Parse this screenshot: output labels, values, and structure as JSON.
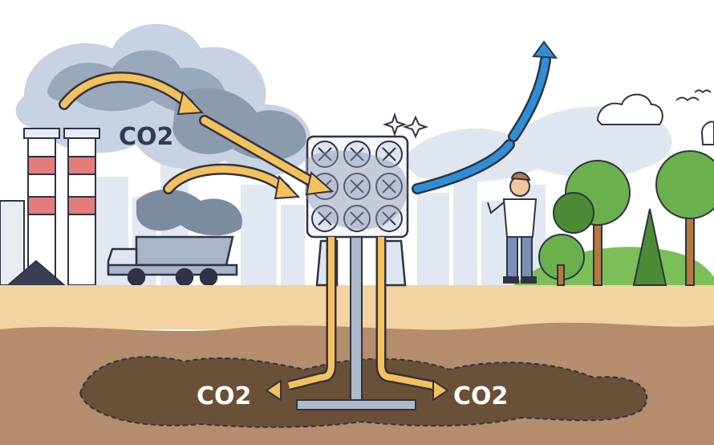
{
  "labels": {
    "co2_air": "CO2",
    "co2_left": "CO2",
    "co2_right": "CO2"
  },
  "colors": {
    "sky": "#ffffff",
    "smoke": "#8c9aae",
    "smoke_light": "#c7d2e2",
    "city": "#dfe6f0",
    "ground_top": "#f2d3a1",
    "soil": "#b38d6c",
    "soil_dark": "#8b6d52",
    "pocket": "#6b5038",
    "arrow_yellow": "#f5c15a",
    "arrow_blue": "#2f8fd6",
    "outline": "#2f3345",
    "tree_green": "#6ab04c",
    "tree_dark": "#4d8a35",
    "grass": "#7cbf58",
    "stack_red": "#e27d7b",
    "truck": "#aab6c8"
  }
}
